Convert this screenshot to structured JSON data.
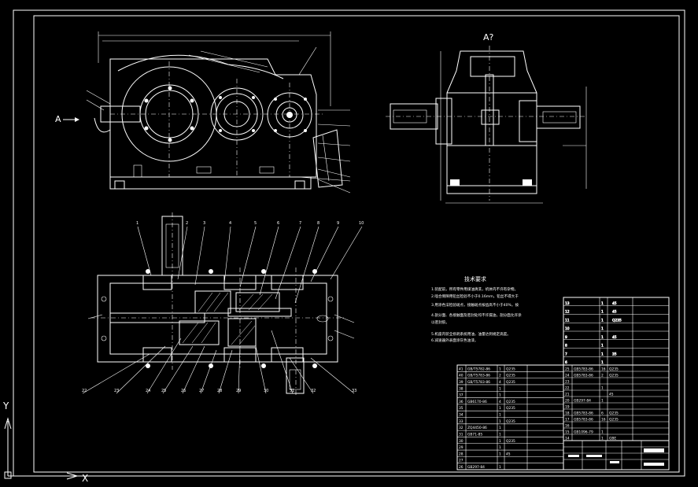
{
  "view_labels": {
    "view_a": "A?",
    "arrow_a": "A"
  },
  "technical_requirements": {
    "title": "技术要求",
    "lines": [
      "1.装配前，所有零件用煤油清洗，机体内不许有杂物。",
      "2.啮合侧隙用铅丝检验不小于0.16mm，铅丝不得大于",
      "3.用涂色法检验斑点，接触斑点按齿高不小于40%，按",
      "4.剖分面、各接触面及密封处均不许漏油，剖分面允许涂",
      "  以密封胶。",
      "5.机座内装全损耗系统用油，油量达到规定高度。",
      "6.减速器外表面涂灰色油漆。"
    ]
  },
  "ucs": {
    "y": "Y",
    "x": "X"
  },
  "balloons_top": [
    "1",
    "2",
    "3",
    "4",
    "5",
    "6",
    "7",
    "8",
    "9",
    "10"
  ],
  "balloons_bottom": [
    "22",
    "23",
    "24",
    "25",
    "26",
    "27",
    "28",
    "29",
    "30",
    "31",
    "32",
    "33"
  ],
  "bom_left": [
    {
      "no": "41",
      "code": "GB/T5782-86",
      "qty": "1",
      "mat": "Q235"
    },
    {
      "no": "40",
      "code": "GB/T5783-86",
      "qty": "2",
      "mat": "Q235"
    },
    {
      "no": "39",
      "code": "GB/T5783-86",
      "qty": "4",
      "mat": "Q235"
    },
    {
      "no": "38",
      "code": "",
      "qty": "1",
      "mat": ""
    },
    {
      "no": "37",
      "code": "",
      "qty": "1",
      "mat": ""
    },
    {
      "no": "36",
      "code": "GB6170-86",
      "qty": "4",
      "mat": "Q235"
    },
    {
      "no": "35",
      "code": "",
      "qty": "1",
      "mat": "Q235"
    },
    {
      "no": "34",
      "code": "",
      "qty": "1",
      "mat": ""
    },
    {
      "no": "33",
      "code": "",
      "qty": "1",
      "mat": "Q235"
    },
    {
      "no": "32",
      "code": "ZQ4450-86",
      "qty": "1",
      "mat": ""
    },
    {
      "no": "31",
      "code": "GB71-85",
      "qty": "1",
      "mat": ""
    },
    {
      "no": "30",
      "code": "",
      "qty": "1",
      "mat": "Q235"
    },
    {
      "no": "29",
      "code": "",
      "qty": "1",
      "mat": ""
    },
    {
      "no": "28",
      "code": "",
      "qty": "1",
      "mat": "45"
    },
    {
      "no": "27",
      "code": "",
      "qty": "",
      "mat": ""
    },
    {
      "no": "26",
      "code": "GB297-84",
      "qty": "1",
      "mat": ""
    }
  ],
  "bom_right": [
    {
      "no": "25",
      "code": "GB5783-86",
      "qty": "16",
      "mat": "Q235"
    },
    {
      "no": "24",
      "code": "GB5783-86",
      "qty": "2",
      "mat": "Q235"
    },
    {
      "no": "23",
      "code": "",
      "qty": "",
      "mat": ""
    },
    {
      "no": "22",
      "code": "",
      "qty": "1",
      "mat": ""
    },
    {
      "no": "21",
      "code": "",
      "qty": "",
      "mat": "45"
    },
    {
      "no": "20",
      "code": "GB297-84",
      "qty": "1",
      "mat": ""
    },
    {
      "no": "19",
      "code": "",
      "qty": "",
      "mat": ""
    },
    {
      "no": "18",
      "code": "GB5783-86",
      "qty": "6",
      "mat": "Q235"
    },
    {
      "no": "17",
      "code": "GB5783-86",
      "qty": "16",
      "mat": "Q235"
    },
    {
      "no": "16",
      "code": "",
      "qty": "",
      "mat": ""
    },
    {
      "no": "15",
      "code": "GB1096-79",
      "qty": "1",
      "mat": ""
    },
    {
      "no": "14",
      "code": "",
      "qty": "1",
      "mat": "GBE"
    }
  ],
  "bom_upper": [
    {
      "no": "13",
      "qty": "1",
      "mat": "45"
    },
    {
      "no": "12",
      "qty": "1",
      "mat": "45"
    },
    {
      "no": "11",
      "qty": "1",
      "mat": "Q235"
    },
    {
      "no": "10",
      "qty": "1",
      "mat": ""
    },
    {
      "no": "9",
      "qty": "1",
      "mat": "45"
    },
    {
      "no": "8",
      "qty": "1",
      "mat": ""
    },
    {
      "no": "7",
      "qty": "1",
      "mat": "35"
    },
    {
      "no": "6",
      "qty": "1",
      "mat": ""
    }
  ]
}
